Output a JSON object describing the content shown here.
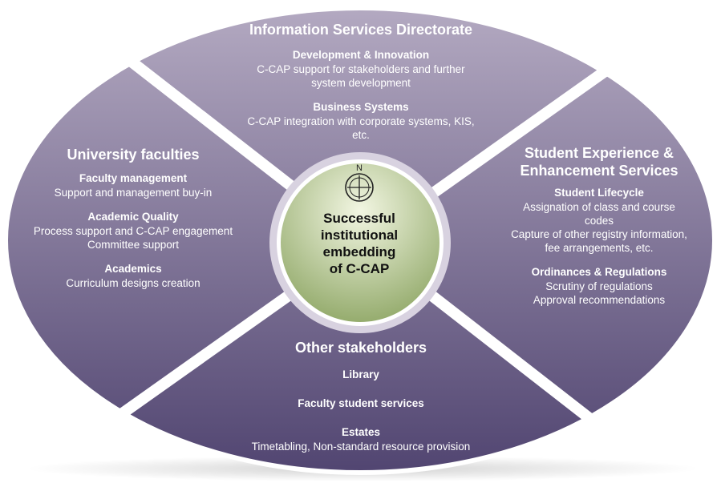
{
  "center": {
    "lines": [
      "Successful",
      "institutional",
      "embedding",
      "of C-CAP"
    ],
    "compass_letter": "N",
    "fill_top": "#f2f6e2",
    "fill_bottom": "#8fa766"
  },
  "colors": {
    "segment_top": "#b3a9c1",
    "segment_bottom": "#514571",
    "text": "#ffffff",
    "center_text": "#111111"
  },
  "sections": {
    "top": {
      "title": "Information Services Directorate",
      "items": [
        {
          "heading": "Development & Innovation",
          "lines": [
            "C-CAP support for stakeholders and further",
            "system development"
          ]
        },
        {
          "heading": "Business Systems",
          "lines": [
            "C-CAP integration with corporate systems, KIS,",
            "etc."
          ]
        }
      ]
    },
    "left": {
      "title": "University faculties",
      "items": [
        {
          "heading": "Faculty management",
          "lines": [
            "Support and management buy-in"
          ]
        },
        {
          "heading": "Academic Quality",
          "lines": [
            "Process support and C-CAP engagement",
            "Committee support"
          ]
        },
        {
          "heading": "Academics",
          "lines": [
            "Curriculum designs creation"
          ]
        }
      ]
    },
    "right": {
      "title_lines": [
        "Student Experience &",
        "Enhancement Services"
      ],
      "items": [
        {
          "heading": "Student Lifecycle",
          "lines": [
            "Assignation of class and course",
            "codes",
            "Capture of other registry information,",
            "fee arrangements, etc."
          ]
        },
        {
          "heading": "Ordinances & Regulations",
          "lines": [
            "Scrutiny of regulations",
            "Approval recommendations"
          ]
        }
      ]
    },
    "bottom": {
      "title": "Other stakeholders",
      "items": [
        {
          "heading": "Library",
          "lines": []
        },
        {
          "heading": "Faculty student services",
          "lines": []
        },
        {
          "heading": "Estates",
          "lines": [
            "Timetabling, Non-standard resource provision"
          ]
        }
      ]
    }
  }
}
